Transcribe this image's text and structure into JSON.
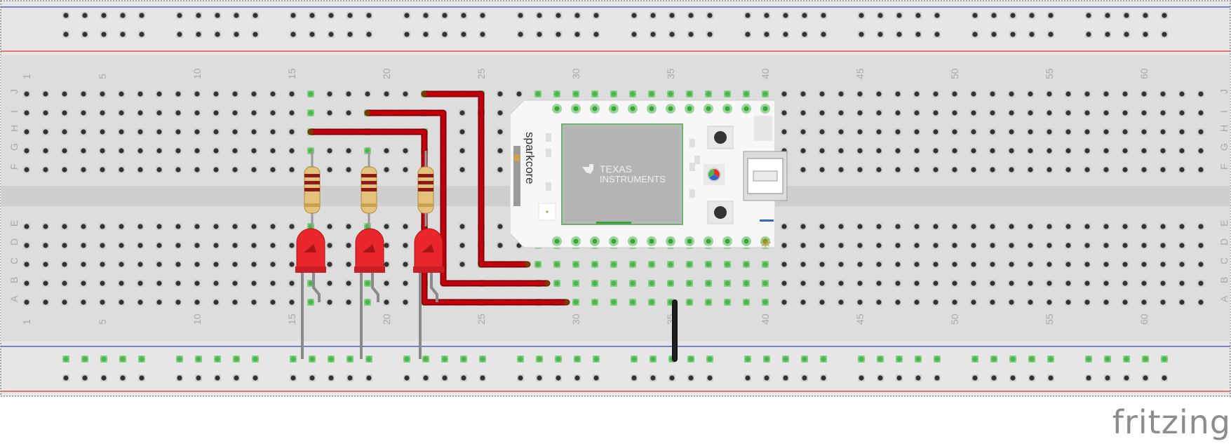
{
  "breadboard": {
    "column_numbers": [
      "1",
      "5",
      "10",
      "15",
      "20",
      "25",
      "30",
      "35",
      "40",
      "45",
      "50",
      "55",
      "60"
    ],
    "row_letters_top": [
      "J",
      "I",
      "H",
      "G",
      "F"
    ],
    "row_letters_bottom": [
      "E",
      "D",
      "C",
      "B",
      "A"
    ]
  },
  "module": {
    "label": "sparkcore",
    "chip_brand_line1": "Texas",
    "chip_brand_line2": "Instruments"
  },
  "components": {
    "leds": [
      "red LED",
      "red LED",
      "red LED"
    ],
    "resistors": [
      "resistor",
      "resistor",
      "resistor"
    ],
    "wire_color": "#c0000b",
    "ground_wire_color": "#1f1f1f",
    "led_color": "#e8262b"
  },
  "colors": {
    "board": "#dddddd",
    "rail_blue": "#3344cc",
    "rail_red": "#e23333",
    "hole": "#333333",
    "hole_connected": "#7fd17f"
  },
  "logo": "fritzing"
}
